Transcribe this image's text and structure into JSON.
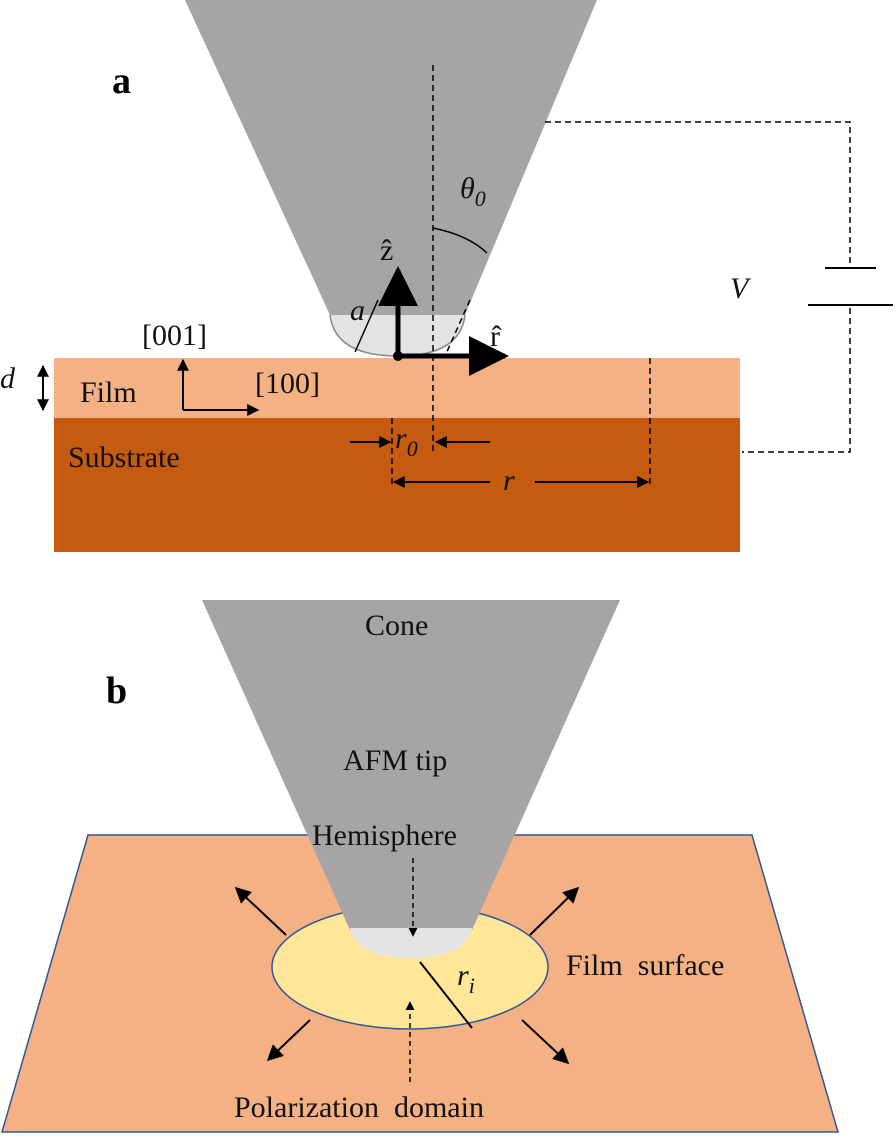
{
  "panel_a": {
    "label": "a",
    "orientation_001": "[001]",
    "orientation_100": "[100]",
    "film_label": "Film",
    "substrate_label": "Substrate",
    "thickness_symbol": "d",
    "z_axis": "ẑ",
    "r_axis": "r̂",
    "radius_symbol": "a",
    "angle_symbol": "θ",
    "angle_subscript": "0",
    "voltage_symbol": "V",
    "r0_symbol": "r",
    "r0_subscript": "0",
    "r_symbol": "r"
  },
  "panel_b": {
    "label": "b",
    "cone_label": "Cone",
    "afm_label": "AFM tip",
    "hemisphere_label": "Hemisphere",
    "film_surface_label": "Film  surface",
    "domain_label": "Polarization  domain",
    "ri_symbol": "r",
    "ri_subscript": "i"
  },
  "colors": {
    "tip_gray": "#a6a4a4",
    "hemisphere": "#e3e3e3",
    "film": "#f4b183",
    "substrate": "#c55a11",
    "domain": "#ffe699",
    "surface_border": "#2f5597"
  }
}
